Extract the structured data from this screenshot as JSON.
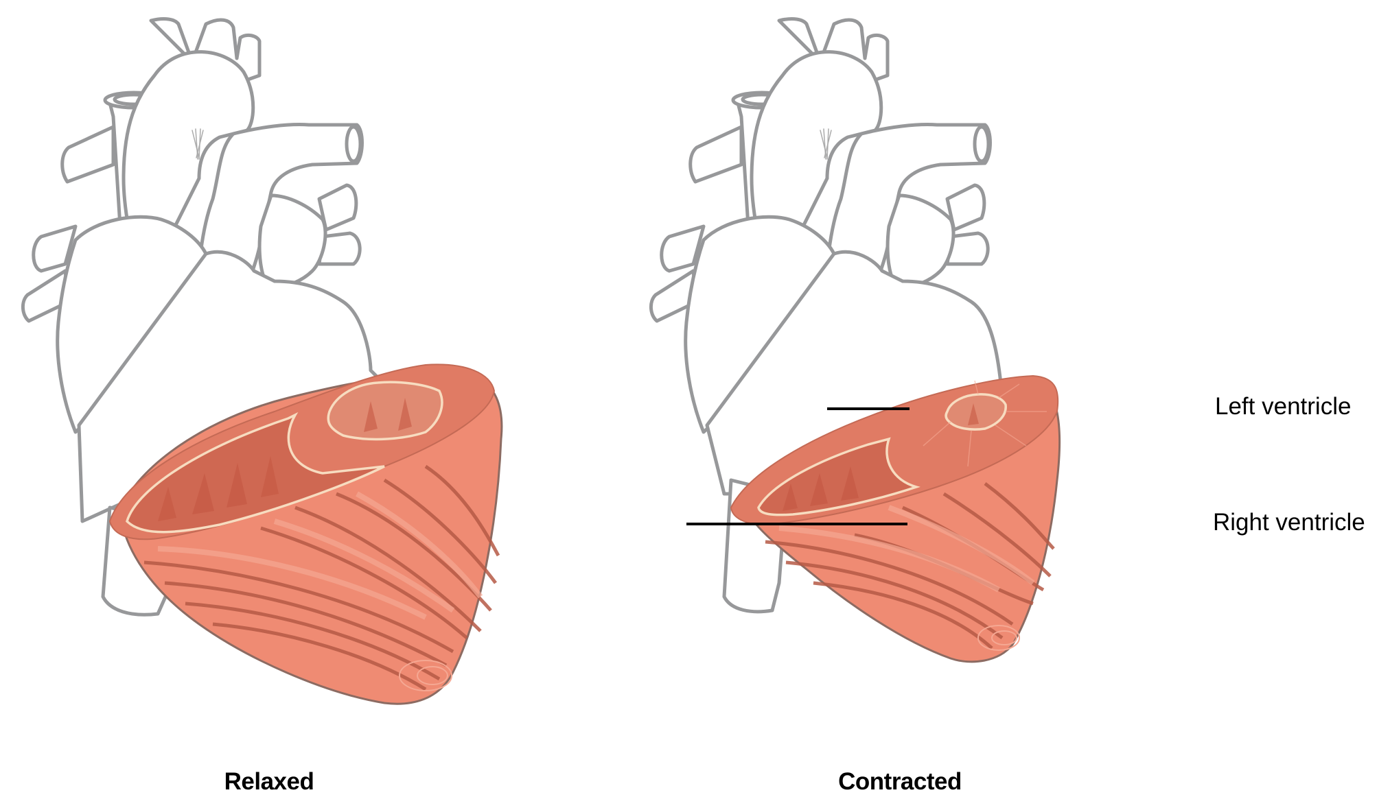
{
  "figure": {
    "panels": [
      {
        "id": "relaxed",
        "caption": "Relaxed"
      },
      {
        "id": "contracted",
        "caption": "Contracted"
      }
    ],
    "labels": [
      {
        "text": "Left ventricle",
        "panel": "contracted"
      },
      {
        "text": "Right ventricle",
        "panel": "contracted"
      }
    ],
    "colors": {
      "outline": "#97989a",
      "muscle": "#ef8b73",
      "muscle_dark": "#d9715b",
      "muscle_light": "#f5a893",
      "muscle_stripe": "#b65a46",
      "endocardium": "#f7dcc0",
      "chamber": "#cf6852",
      "leader_line": "#000000",
      "background": "#ffffff"
    }
  }
}
